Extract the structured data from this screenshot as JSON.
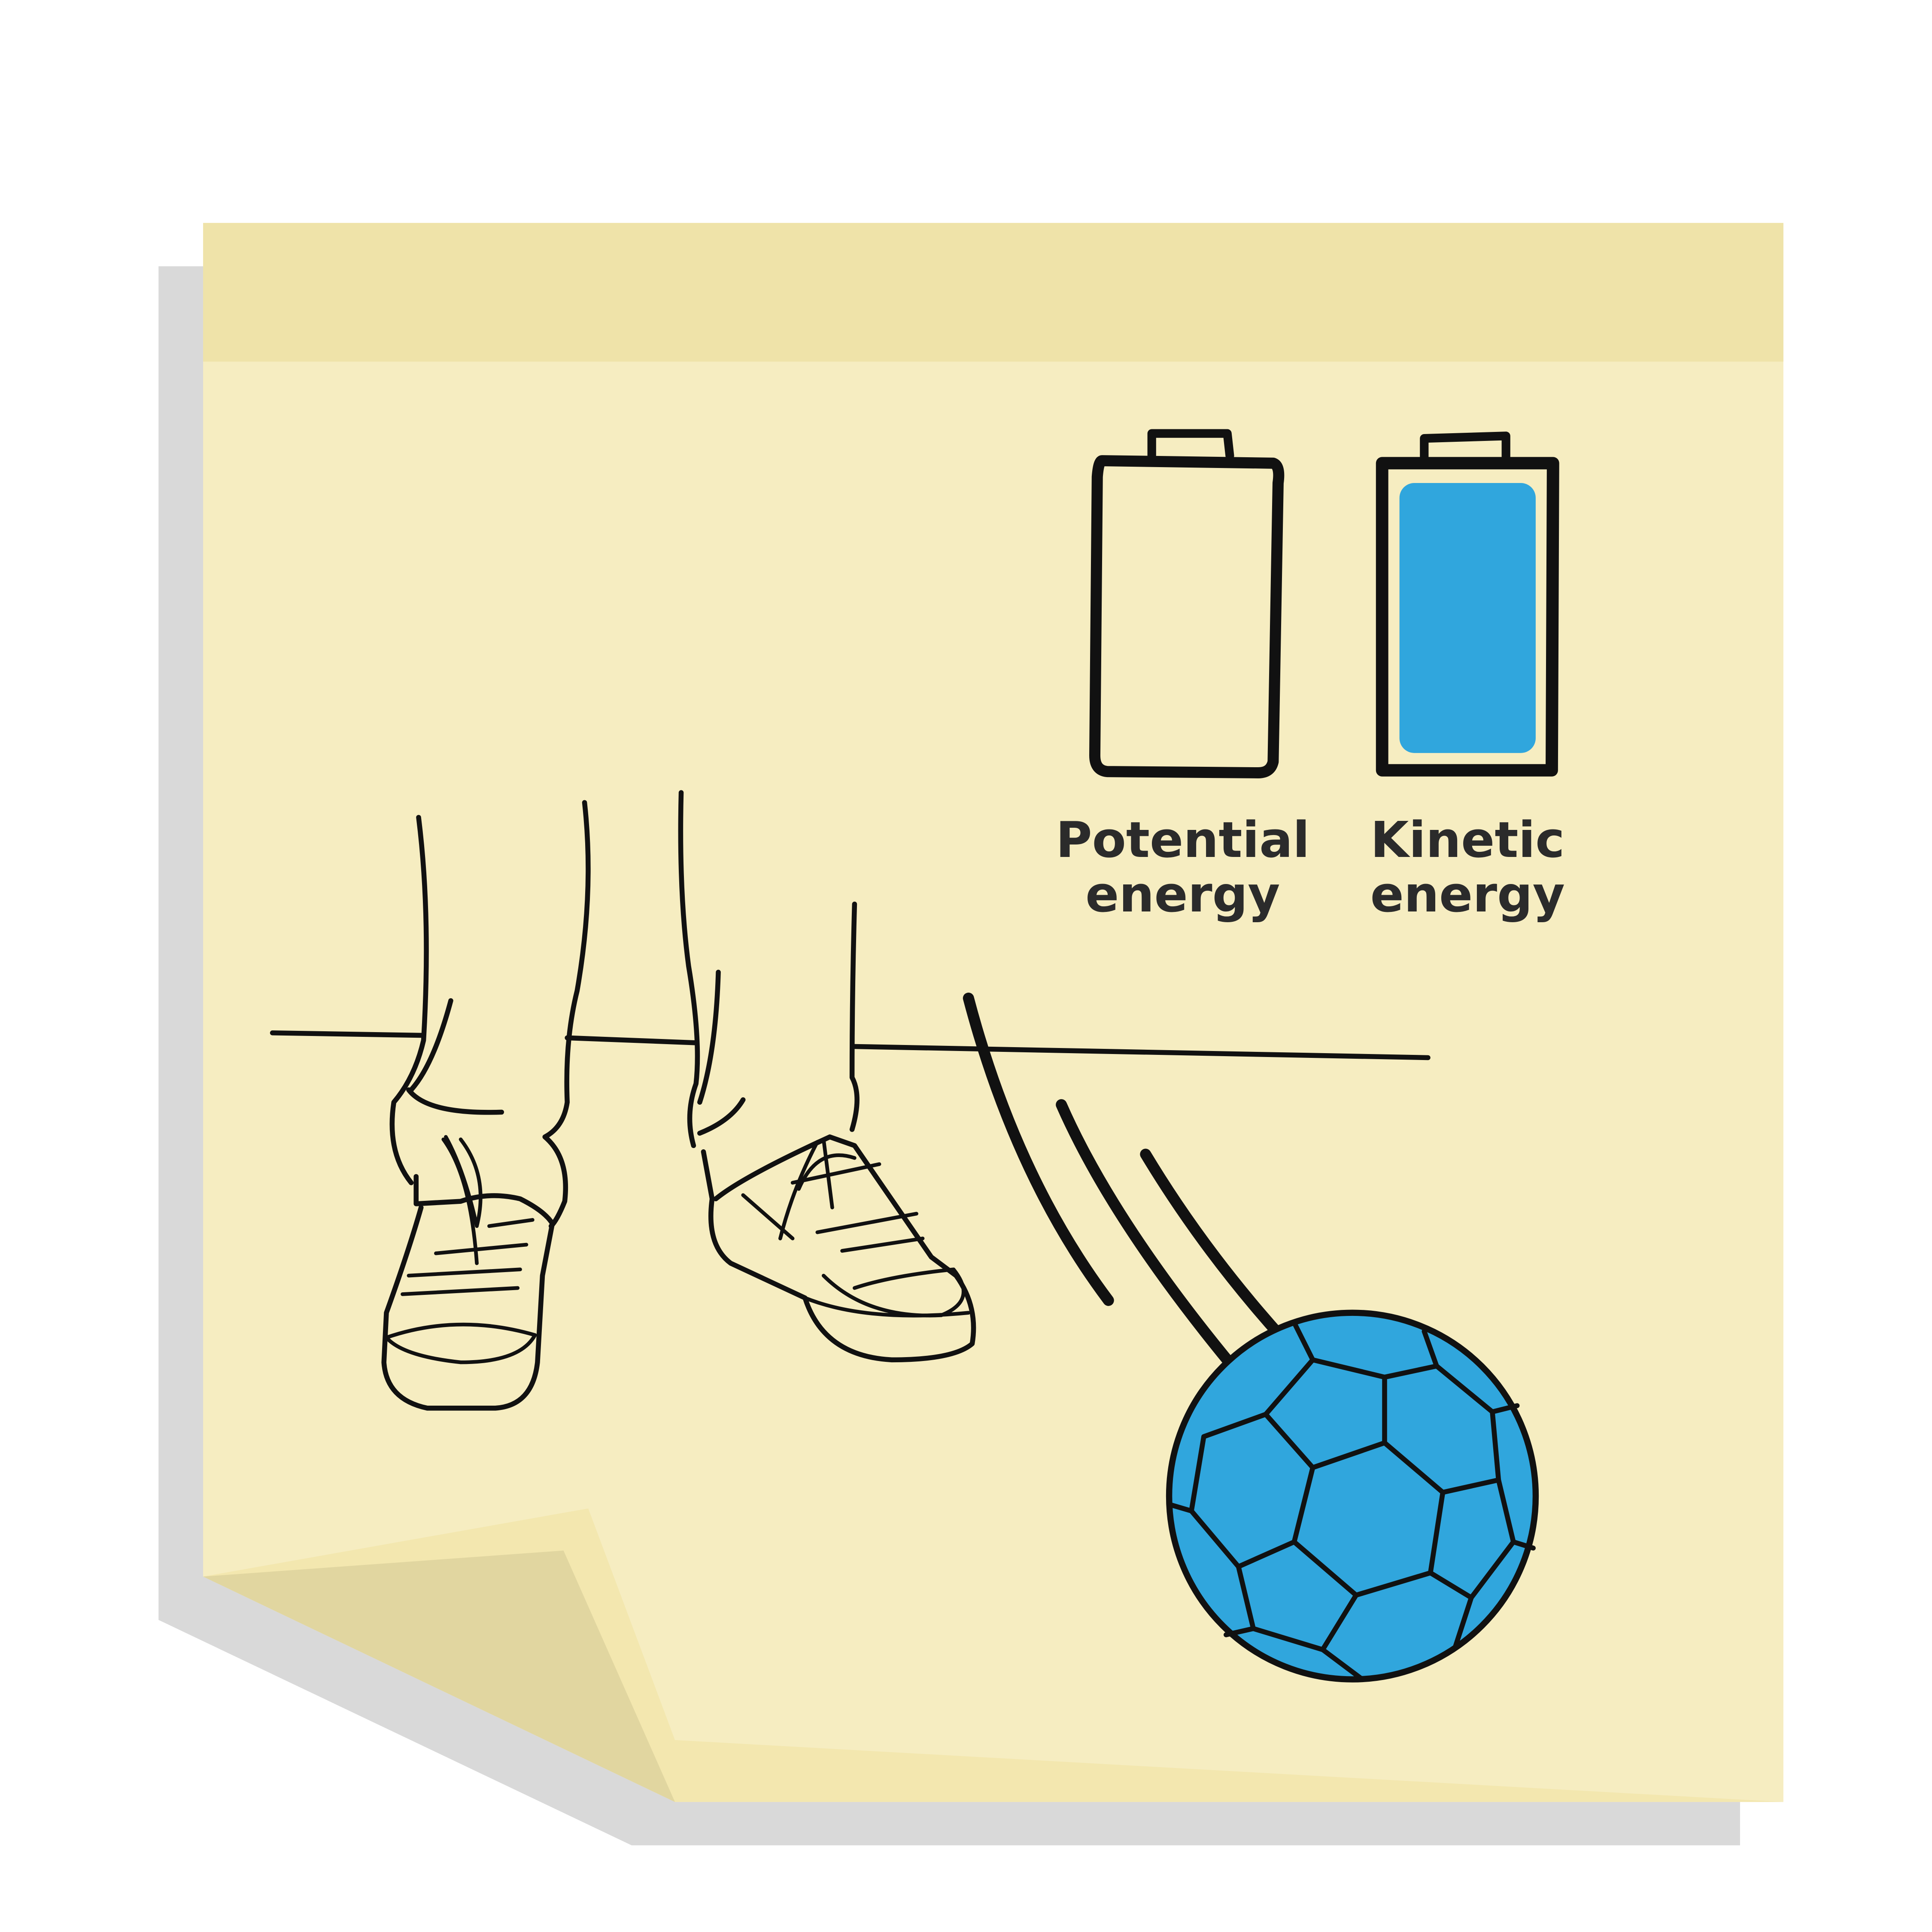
{
  "labels": {
    "potential_line1": "Potential",
    "potential_line2": "energy",
    "kinetic_line1": "Kinetic",
    "kinetic_line2": "energy"
  },
  "batteries": {
    "potential_energy_level": 0,
    "kinetic_energy_level": 1
  },
  "colors": {
    "note": "#f6edc1",
    "note_band": "#efe3a9",
    "fold": "#e1d6a0",
    "shadow": "#d9d9d9",
    "ball": "#30a6dd",
    "ink": "#111111",
    "text": "#2b2b2b"
  }
}
